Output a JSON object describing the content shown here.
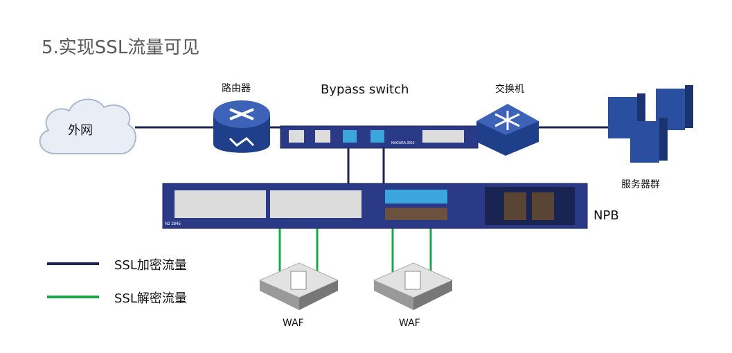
{
  "title": "5.实现SSL流量可见",
  "nodes": {
    "internet": "外网",
    "router": "路由器",
    "bypass_switch": "Bypass switch",
    "bypass_model": "NAGARA 2810",
    "switch": "交换机",
    "servers": "服务器群",
    "npb": "NPB",
    "npb_model": "N2 2845",
    "waf1": "WAF",
    "waf2": "WAF"
  },
  "legend": [
    {
      "label": "SSL加密流量",
      "color": "#1a2452"
    },
    {
      "label": "SSL解密流量",
      "color": "#1aa84a"
    }
  ],
  "colors": {
    "device_blue": "#2b3a86",
    "encrypted": "#1a2452",
    "decrypted": "#1aa84a",
    "title": "#595959"
  }
}
